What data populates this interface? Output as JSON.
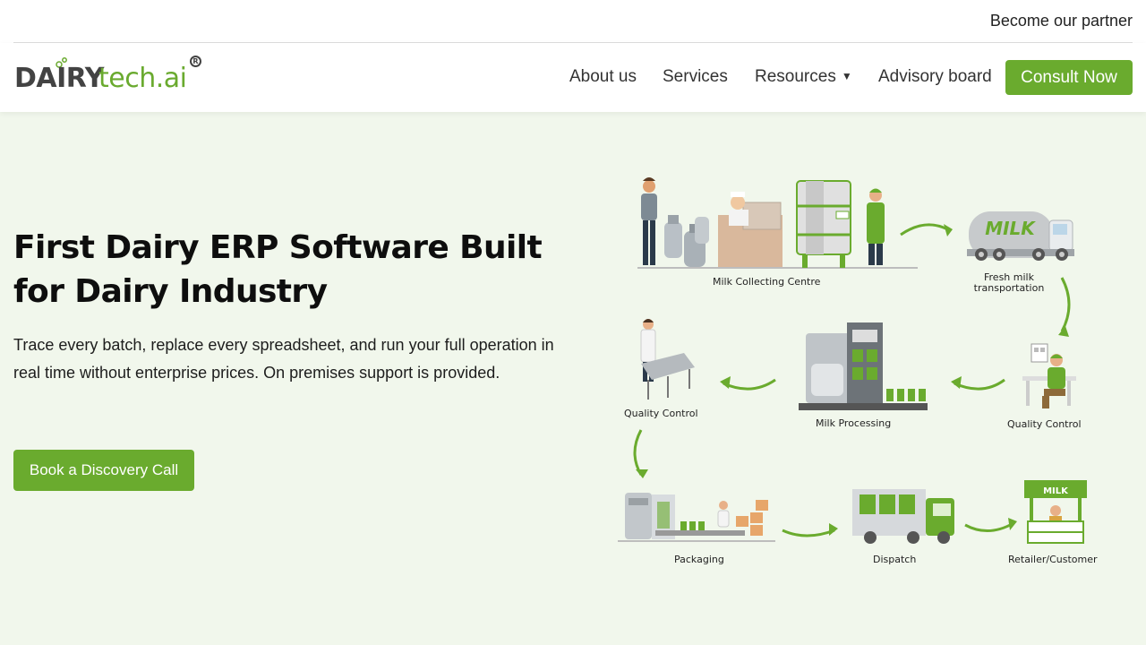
{
  "topbar": {
    "partner_link": "Become our partner"
  },
  "brand": {
    "logo_part1": "DAIRY",
    "logo_part2": "tech.ai",
    "logo_mark": "R"
  },
  "nav": {
    "items": [
      {
        "label": "About us"
      },
      {
        "label": "Services"
      },
      {
        "label": "Resources",
        "caret": "▼"
      },
      {
        "label": "Advisory board"
      }
    ],
    "cta_label": "Consult Now"
  },
  "hero": {
    "title": "First Dairy ERP Software Built for Dairy Industry",
    "description": "Trace every batch, replace every spreadsheet, and run your full operation in real time without enterprise prices. On premises support is provided.",
    "cta_label": "Book a Discovery Call"
  },
  "diagram": {
    "stages": [
      {
        "label": "Milk Collecting Centre"
      },
      {
        "label": "Fresh milk transportation"
      },
      {
        "label": "Quality Control"
      },
      {
        "label": "Milk Processing"
      },
      {
        "label": "Quality Control"
      },
      {
        "label": "Packaging"
      },
      {
        "label": "Dispatch"
      },
      {
        "label": "Retailer/Customer"
      }
    ],
    "truck_text": "MILK",
    "stall_text": "MILK"
  },
  "colors": {
    "brand_green": "#6aab2e",
    "logo_gray": "#434343",
    "hero_bg": "#f1f7ec"
  }
}
